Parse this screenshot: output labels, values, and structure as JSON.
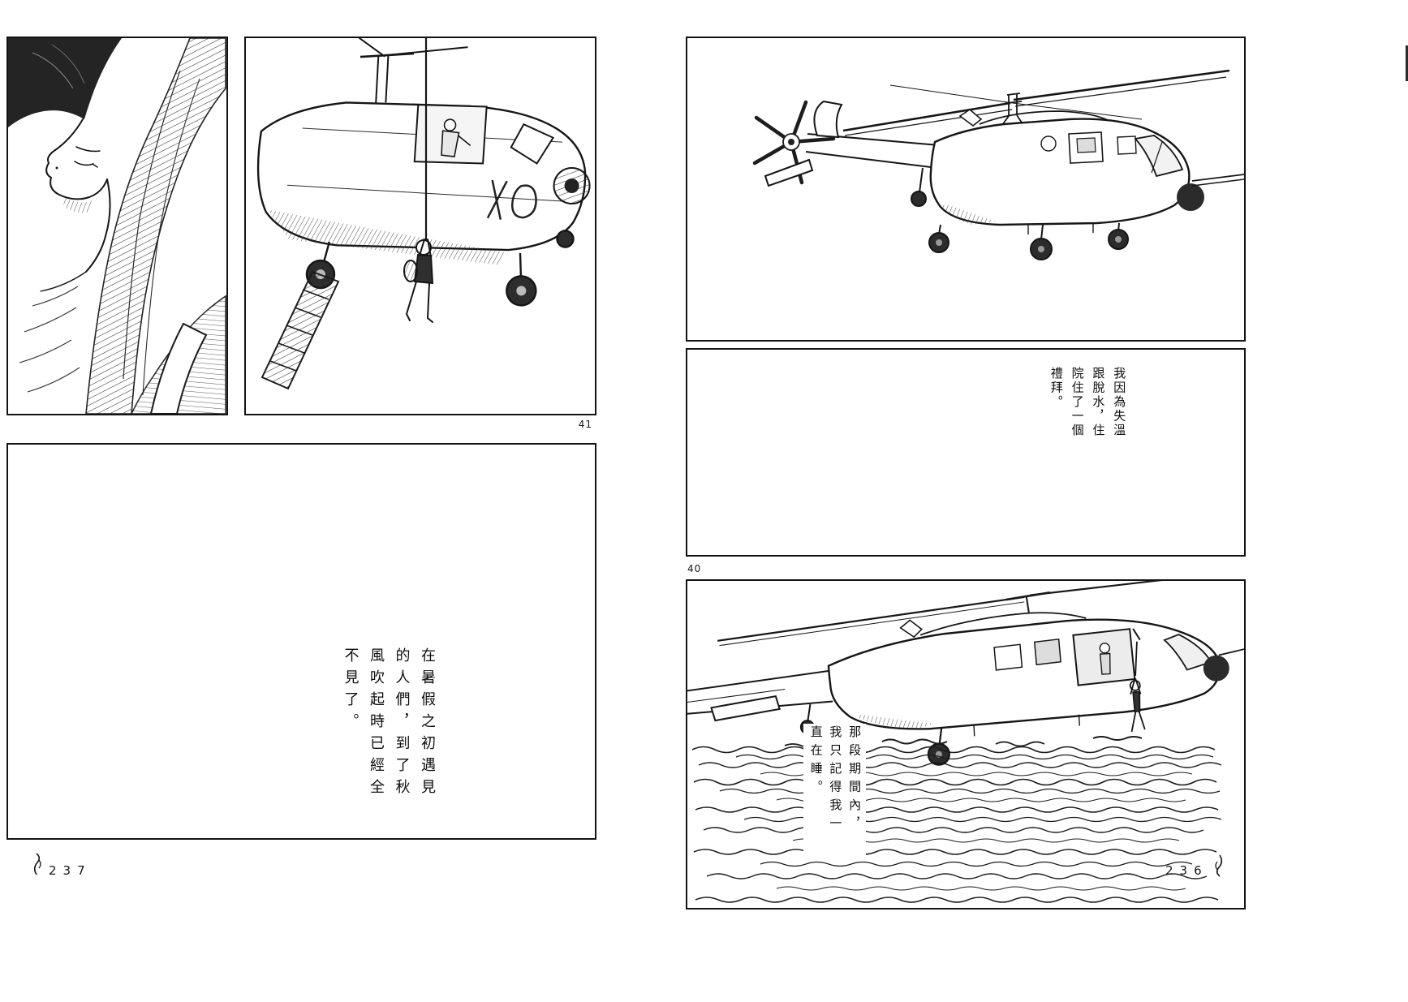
{
  "colors": {
    "ink": "#1a1a1a",
    "paper": "#ffffff"
  },
  "left_page": {
    "panel_number": "41",
    "page_number": "237",
    "caption": {
      "cols": [
        "在暑假之初遇見",
        "的人們，到了秋",
        "風吹起時已經全",
        "不見了。"
      ]
    }
  },
  "right_page": {
    "panel_number": "40",
    "page_number": "236",
    "caption_top": {
      "cols": [
        "我因為失溫",
        "跟脫水，住",
        "院住了一個",
        "禮拜。"
      ]
    },
    "caption_bottom": {
      "cols": [
        "那段期間內，",
        "我只記得我一",
        "直在睡。"
      ]
    }
  }
}
